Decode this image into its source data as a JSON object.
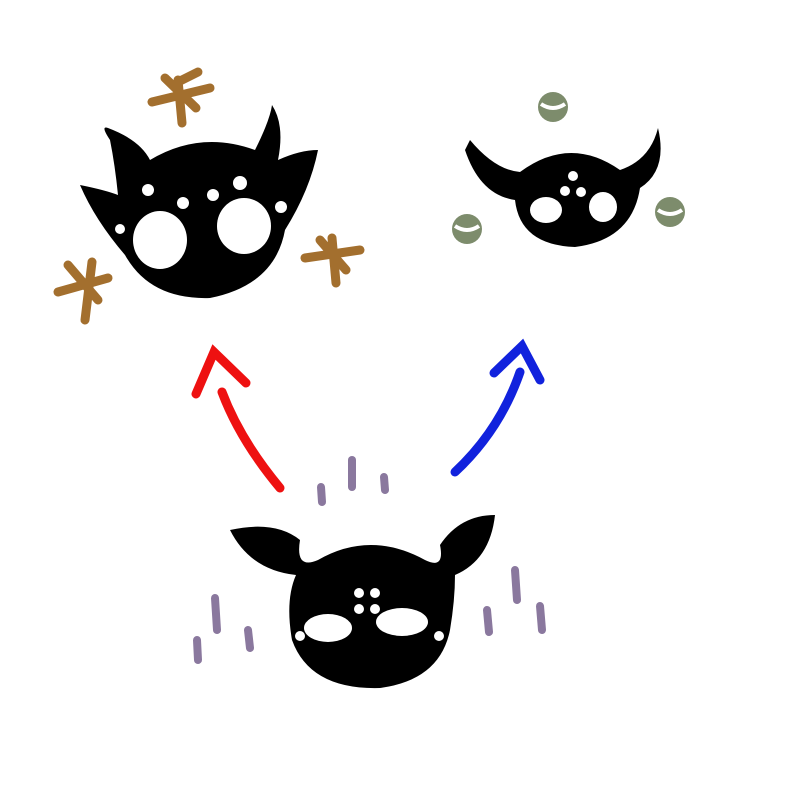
{
  "colors": {
    "background": "#ffffff",
    "creature": "#000000",
    "eyes": "#ffffff",
    "left_arrow": "#ee1111",
    "right_arrow": "#1122dd",
    "star_marks": "#a36f2e",
    "orb_marks": "#7d8c6c",
    "stink_lines": "#8a789e"
  },
  "figures": [
    "base-creature",
    "evolution-left",
    "evolution-right"
  ]
}
